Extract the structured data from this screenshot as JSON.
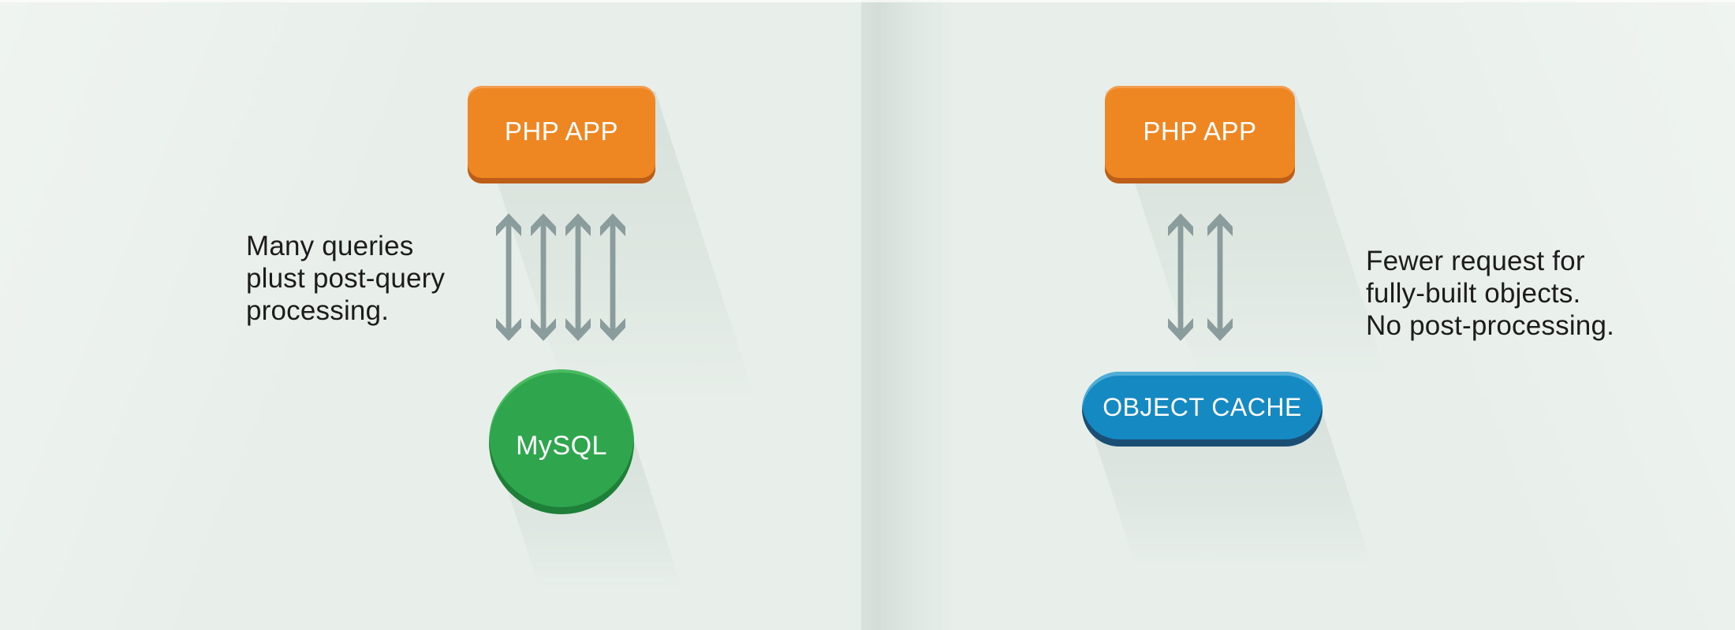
{
  "colors": {
    "background": "#E8EFEA",
    "fold_shade": "#D6DFD9",
    "text": "#1B1C1B",
    "label_text": "#FFFFFF",
    "arrow": "#8B9C9D",
    "orange": "#EE8722",
    "orange_highlight": "#F49D50",
    "orange_lip": "#BC5E18",
    "green": "#2FA64D",
    "green_highlight": "#4CBB62",
    "green_lip": "#1E8038",
    "blue": "#1489C2",
    "blue_highlight": "#4FACD6",
    "blue_lip": "#1A4E73"
  },
  "left_panel": {
    "app_label": "PHP APP",
    "database_label": "MySQL",
    "arrow_count": 4,
    "caption_lines": [
      "Many queries",
      "plust post-query",
      "processing."
    ]
  },
  "right_panel": {
    "app_label": "PHP APP",
    "cache_label": "OBJECT CACHE",
    "arrow_count": 2,
    "caption_lines": [
      "Fewer request for",
      "fully-built objects.",
      "No post-processing."
    ]
  }
}
